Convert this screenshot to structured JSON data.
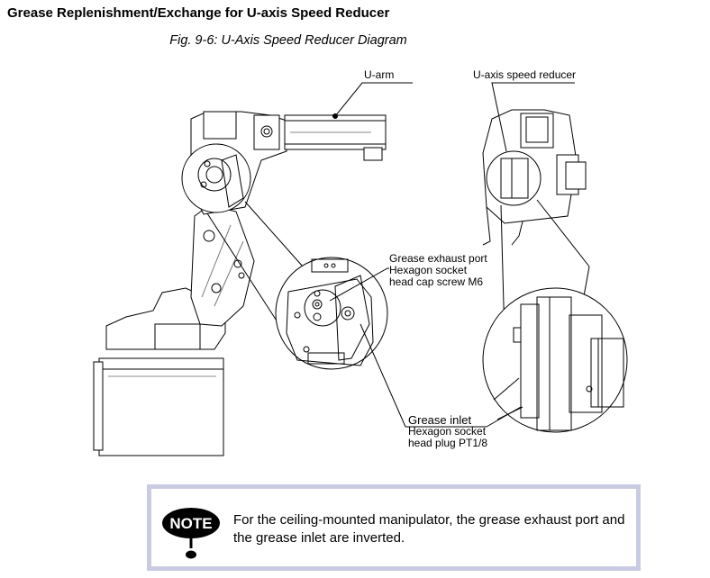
{
  "heading": "Grease Replenishment/Exchange for U-axis Speed Reducer",
  "figure_caption": "Fig. 9-6: U-Axis Speed Reducer Diagram",
  "labels": {
    "u_arm": "U-arm",
    "u_axis_speed_reducer": "U-axis speed reducer",
    "exhaust_line1": "Grease exhaust port",
    "exhaust_line2": "Hexagon socket",
    "exhaust_line3": "head cap screw M6",
    "inlet_line1": "Grease inlet",
    "inlet_line2": "Hexagon socket",
    "inlet_line3": "head plug PT1/8"
  },
  "note": {
    "icon_text": "NOTE",
    "text": "For the ceiling-mounted manipulator, the grease exhaust port and the grease inlet are inverted.",
    "border_color": "#c9cbe3"
  }
}
